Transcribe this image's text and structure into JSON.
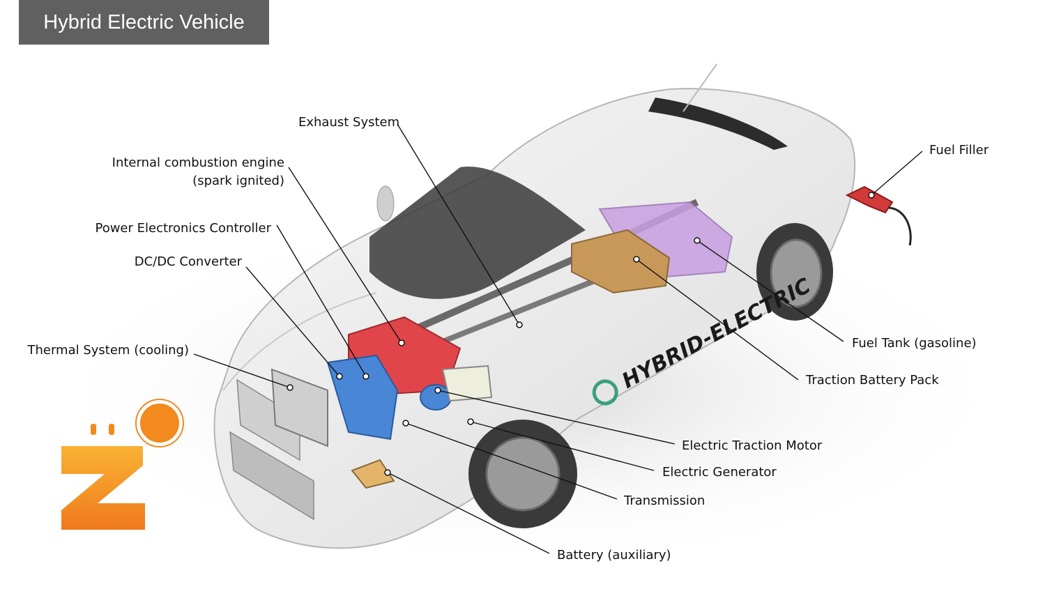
{
  "title": "Hybrid Electric Vehicle",
  "car_side_text": "HYBRID-ELECTRIC",
  "labels": {
    "exhaust": "Exhaust System",
    "ice_line1": "Internal combustion engine",
    "ice_line2": "(spark ignited)",
    "pec": "Power Electronics Controller",
    "dcdc": "DC/DC Converter",
    "thermal": "Thermal System (cooling)",
    "fuel_filler": "Fuel Filler",
    "fuel_tank": "Fuel Tank (gasoline)",
    "traction_battery": "Traction Battery Pack",
    "traction_motor": "Electric Traction Motor",
    "generator": "Electric Generator",
    "transmission": "Transmission",
    "aux_battery": "Battery (auxiliary)"
  },
  "logo": {
    "letter": "Z",
    "accent": "#F28A1E"
  },
  "colors": {
    "engine": "#E0454A",
    "battery_pack": "#C8A0E0",
    "converter": "#4A86D6",
    "pec_box": "#C89858"
  }
}
